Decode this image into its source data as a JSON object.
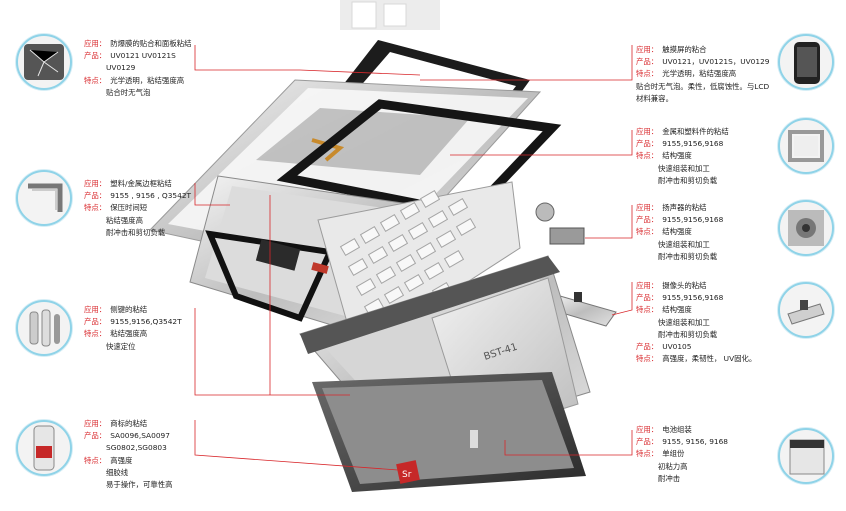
{
  "colors": {
    "accent_red": "#d8262a",
    "ring_blue": "#8fd3e8",
    "frame_silver": "#c9c9c9"
  },
  "callouts": {
    "left1": {
      "app_key": "应用：",
      "app": "防爆膜的贴合和面板粘结",
      "prod_key": "产品：",
      "prod1": "UV0121  UV0121S",
      "prod2": "UV0129",
      "feat_key": "特点：",
      "feat1": "光学透明，粘结强度高",
      "feat2": "贴合时无气泡"
    },
    "left2": {
      "app_key": "应用：",
      "app": "塑料/金属边框粘结",
      "prod_key": "产品：",
      "prod1": "9155  ,  9156  ,  Q3542T",
      "feat_key": "特点：",
      "feat1": "保压时间短",
      "feat2": "粘结强度高",
      "feat3": "耐冲击和剪切负载"
    },
    "left3": {
      "app_key": "应用：",
      "app": "侧键的粘结",
      "prod_key": "产品：",
      "prod1": "9155,9156,Q3542T",
      "feat_key": "特点：",
      "feat1": "粘结强度高",
      "feat2": "快速定位"
    },
    "left4": {
      "app_key": "应用：",
      "app": "商标的粘结",
      "prod_key": "产品：",
      "prod1": "SA0096,SA0097",
      "prod2": "SG0802,SG0803",
      "feat_key": "特点：",
      "feat1": "高强度",
      "feat2": "细胶线",
      "feat3": "易于操作，可靠性高"
    },
    "right1": {
      "app_key": "应用：",
      "app": "触摸屏的粘合",
      "prod_key": "产品：",
      "prod1": "UV0121，UV0121S，UV0129",
      "feat_key": "特点：",
      "feat1": "光学透明，粘结强度高",
      "feat2": "贴合时无气泡。柔性，低腐蚀性。与LCD",
      "feat3": "材料兼容。"
    },
    "right2": {
      "app_key": "应用：",
      "app": "金属和塑料件的粘结",
      "prod_key": "产品：",
      "prod1": "9155,9156,9168",
      "feat_key": "特点：",
      "feat1": "结构强度",
      "feat2": "快速组装和加工",
      "feat3": "耐冲击和剪切负载"
    },
    "right3": {
      "app_key": "应用：",
      "app": "扬声器的粘结",
      "prod_key": "产品：",
      "prod1": "9155,9156,9168",
      "feat_key": "特点：",
      "feat1": "结构强度",
      "feat2": "快速组装和加工",
      "feat3": "耐冲击和剪切负载"
    },
    "right4": {
      "app_key": "应用：",
      "app": "摄像头的粘结",
      "prod_key": "产品：",
      "prod1": "9155,9156,9168",
      "feat_key": "特点：",
      "feat1": "结构强度",
      "feat2": "快速组装和加工",
      "feat3": "耐冲击和剪切负载",
      "prod2_key": "产品：",
      "prod2": "UV0105",
      "feat2_key": "特点：",
      "feat4": "高强度，柔韧性， UV固化。"
    },
    "right5": {
      "app_key": "应用：",
      "app": "电池组装",
      "prod_key": "产品：",
      "prod1": "9155, 9156, 9168",
      "feat_key": "特点：",
      "feat1": "单组份",
      "feat2": "初粘力高",
      "feat3": "耐冲击"
    }
  },
  "thumbs": {
    "t_l1": "cracked-screen-icon",
    "t_l2": "frame-corner-icon",
    "t_l3": "side-keys-icon",
    "t_l4": "logo-badge-icon",
    "t_r1": "touch-phone-icon",
    "t_r2": "metal-frame-icon",
    "t_r3": "speaker-icon",
    "t_r4": "camera-module-icon",
    "t_r5": "battery-pack-icon"
  },
  "artwork": {
    "brand_tag": "Sr",
    "battery_label": "BST-41"
  }
}
